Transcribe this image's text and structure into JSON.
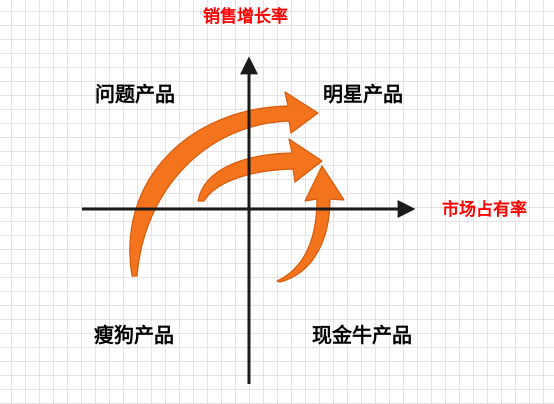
{
  "diagram": {
    "y_axis_label": "销售增长率",
    "x_axis_label": "市场占有率",
    "quadrants": {
      "top_left": "问题产品",
      "top_right": "明星产品",
      "bottom_left": "瘦狗产品",
      "bottom_right": "现金牛产品"
    },
    "colors": {
      "axis": "#1a1a1a",
      "axis_label": "#ff0000",
      "arrow": "#f4731d",
      "arrow_outline": "#d45a0c",
      "grid": "#e3e3e3"
    }
  }
}
